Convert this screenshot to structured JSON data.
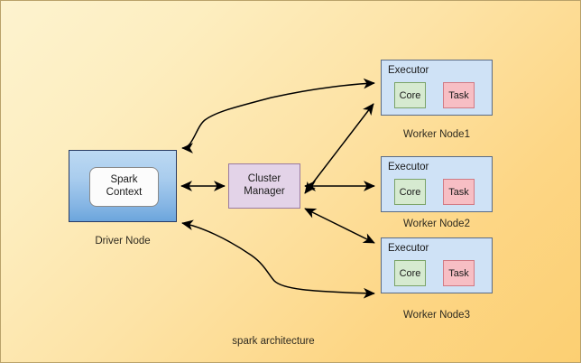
{
  "diagram": {
    "caption": "spark architecture",
    "background": {
      "gradient_from": "#fdf3cf",
      "gradient_to": "#fccf72",
      "border_color": "#b9a26a"
    },
    "driver": {
      "label": "Driver Node",
      "inner_line1": "Spark",
      "inner_line2": "Context",
      "fill_top": "#bcd9f2",
      "fill_bottom": "#6ba5dc",
      "border_color": "#283b63",
      "inner_fill": "#fcfcfc"
    },
    "cluster_manager": {
      "line1": "Cluster",
      "line2": "Manager",
      "fill": "#e3d3e8",
      "border_color": "#9a7aa0"
    },
    "workers": [
      {
        "executor_label": "Executor",
        "core_label": "Core",
        "task_label": "Task",
        "node_label": "Worker Node1"
      },
      {
        "executor_label": "Executor",
        "core_label": "Core",
        "task_label": "Task",
        "node_label": "Worker Node2"
      },
      {
        "executor_label": "Executor",
        "core_label": "Core",
        "task_label": "Task",
        "node_label": "Worker Node3"
      }
    ],
    "palette": {
      "executor_fill": "#cfe2f6",
      "executor_border": "#5a6b86",
      "core_fill": "#d6ead0",
      "core_border": "#7aa368",
      "task_fill": "#f7bec4",
      "task_border": "#d07a84",
      "arrow_color": "#000000"
    },
    "connections": [
      {
        "name": "driver-to-worker1",
        "style": "curved",
        "arrowheads": "both"
      },
      {
        "name": "driver-to-cluster-manager",
        "style": "straight",
        "arrowheads": "both"
      },
      {
        "name": "driver-to-worker3",
        "style": "curved",
        "arrowheads": "both"
      },
      {
        "name": "cluster-manager-to-worker1",
        "style": "straight",
        "arrowheads": "both"
      },
      {
        "name": "cluster-manager-to-worker2",
        "style": "straight",
        "arrowheads": "both"
      },
      {
        "name": "cluster-manager-to-worker3",
        "style": "straight",
        "arrowheads": "both"
      }
    ]
  }
}
